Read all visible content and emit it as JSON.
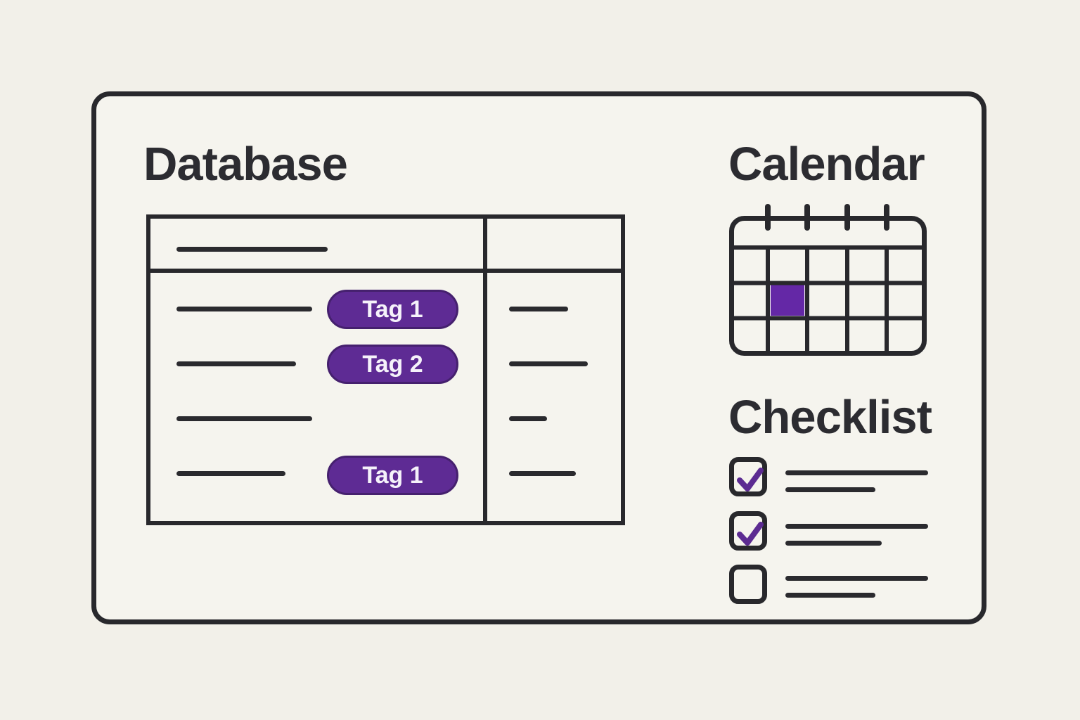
{
  "colors": {
    "background": "#f2f0e9",
    "frame_fill": "#f5f4ee",
    "ink": "#28282c",
    "tag_purple": "#5e2b94",
    "tag_border_purple": "#45206e",
    "calendar_highlight_purple": "#6428a6",
    "check_purple": "#5c2b92"
  },
  "database": {
    "title": "Database",
    "table": {
      "columns": 2,
      "header_has_text_line": true,
      "rows": [
        {
          "has_text_line": true,
          "tag": "Tag 1"
        },
        {
          "has_text_line": true,
          "tag": "Tag 2"
        },
        {
          "has_text_line": true,
          "tag": null
        },
        {
          "has_text_line": true,
          "tag": "Tag 1"
        }
      ],
      "tags": [
        {
          "label": "Tag 1"
        },
        {
          "label": "Tag 2"
        },
        {
          "label": "Tag 1"
        }
      ]
    }
  },
  "calendar": {
    "title": "Calendar",
    "grid": {
      "columns": 5,
      "rows": 3,
      "binder_rings": 4
    },
    "highlight": {
      "row": 2,
      "col": 2
    }
  },
  "checklist": {
    "title": "Checklist",
    "items": [
      {
        "checked": true
      },
      {
        "checked": true
      },
      {
        "checked": false
      }
    ]
  }
}
